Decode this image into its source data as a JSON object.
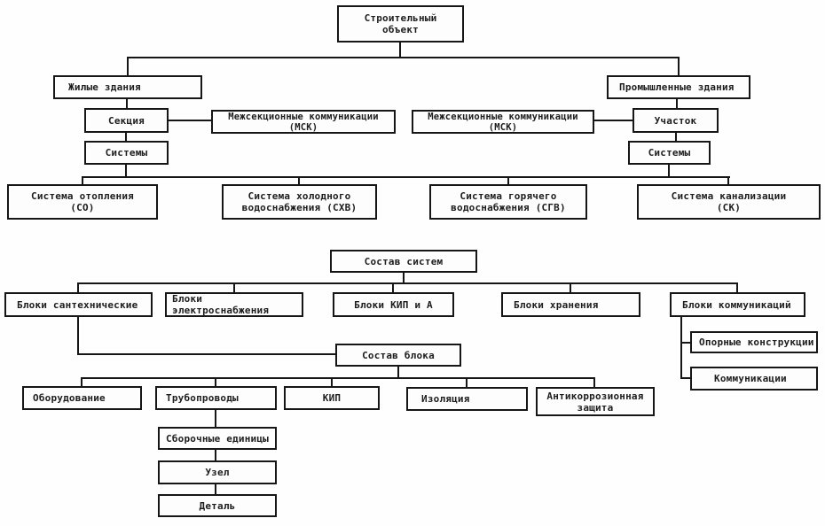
{
  "diagram": {
    "description": "Structural composition scheme of a construction object (scanned flowchart, Russian)",
    "nodes": {
      "construction_object": "Строительный\nобъект",
      "residential_buildings": "Жилые здания",
      "industrial_buildings": "Промышленные здания",
      "section": "Секция",
      "msk_left": "Межсекционные коммуникации\n(МСК)",
      "msk_right": "Межсекционные коммуникации\n(МСК)",
      "site": "Участок",
      "systems_left": "Системы",
      "systems_right": "Системы",
      "heating_system": "Система отопления\n(СО)",
      "cold_water_system": "Система холодного\nводоснабжения (СХВ)",
      "hot_water_system": "Система горячего\nводоснабжения (СГВ)",
      "sewerage_system": "Система канализации\n(СК)",
      "system_composition": "Состав систем",
      "sanitary_blocks": "Блоки сантехнические",
      "power_supply_blocks": "Блоки электроснабжения",
      "instrumentation_blocks": "Блоки КИП и А",
      "storage_blocks": "Блоки хранения",
      "communication_blocks": "Блоки коммуникаций",
      "support_structures": "Опорные конструкции",
      "communications": "Коммуникации",
      "block_composition": "Состав блока",
      "equipment": "Оборудование",
      "pipelines": "Трубопроводы",
      "instrumentation": "КИП",
      "insulation": "Изоляция",
      "anticorrosion": "Антикоррозионная\nзащита",
      "assembly_units": "Сборочные единицы",
      "assembly_unit_node": "Узел",
      "part": "Деталь"
    },
    "edges": [
      [
        "construction_object",
        "residential_buildings"
      ],
      [
        "construction_object",
        "industrial_buildings"
      ],
      [
        "residential_buildings",
        "section"
      ],
      [
        "section",
        "msk_left"
      ],
      [
        "section",
        "systems_left"
      ],
      [
        "industrial_buildings",
        "site"
      ],
      [
        "site",
        "msk_right"
      ],
      [
        "site",
        "systems_right"
      ],
      [
        "systems_left",
        "heating_system"
      ],
      [
        "systems_left",
        "cold_water_system"
      ],
      [
        "systems_right",
        "hot_water_system"
      ],
      [
        "systems_right",
        "sewerage_system"
      ],
      [
        "system_composition",
        "sanitary_blocks"
      ],
      [
        "system_composition",
        "power_supply_blocks"
      ],
      [
        "system_composition",
        "instrumentation_blocks"
      ],
      [
        "system_composition",
        "storage_blocks"
      ],
      [
        "system_composition",
        "communication_blocks"
      ],
      [
        "communication_blocks",
        "support_structures"
      ],
      [
        "communication_blocks",
        "communications"
      ],
      [
        "sanitary_blocks",
        "block_composition"
      ],
      [
        "block_composition",
        "equipment"
      ],
      [
        "block_composition",
        "pipelines"
      ],
      [
        "block_composition",
        "instrumentation"
      ],
      [
        "block_composition",
        "insulation"
      ],
      [
        "block_composition",
        "anticorrosion"
      ],
      [
        "pipelines",
        "assembly_units"
      ],
      [
        "assembly_units",
        "assembly_unit_node"
      ],
      [
        "assembly_unit_node",
        "part"
      ]
    ],
    "line_color": "#161616",
    "box_background": "#fdfdfd"
  }
}
